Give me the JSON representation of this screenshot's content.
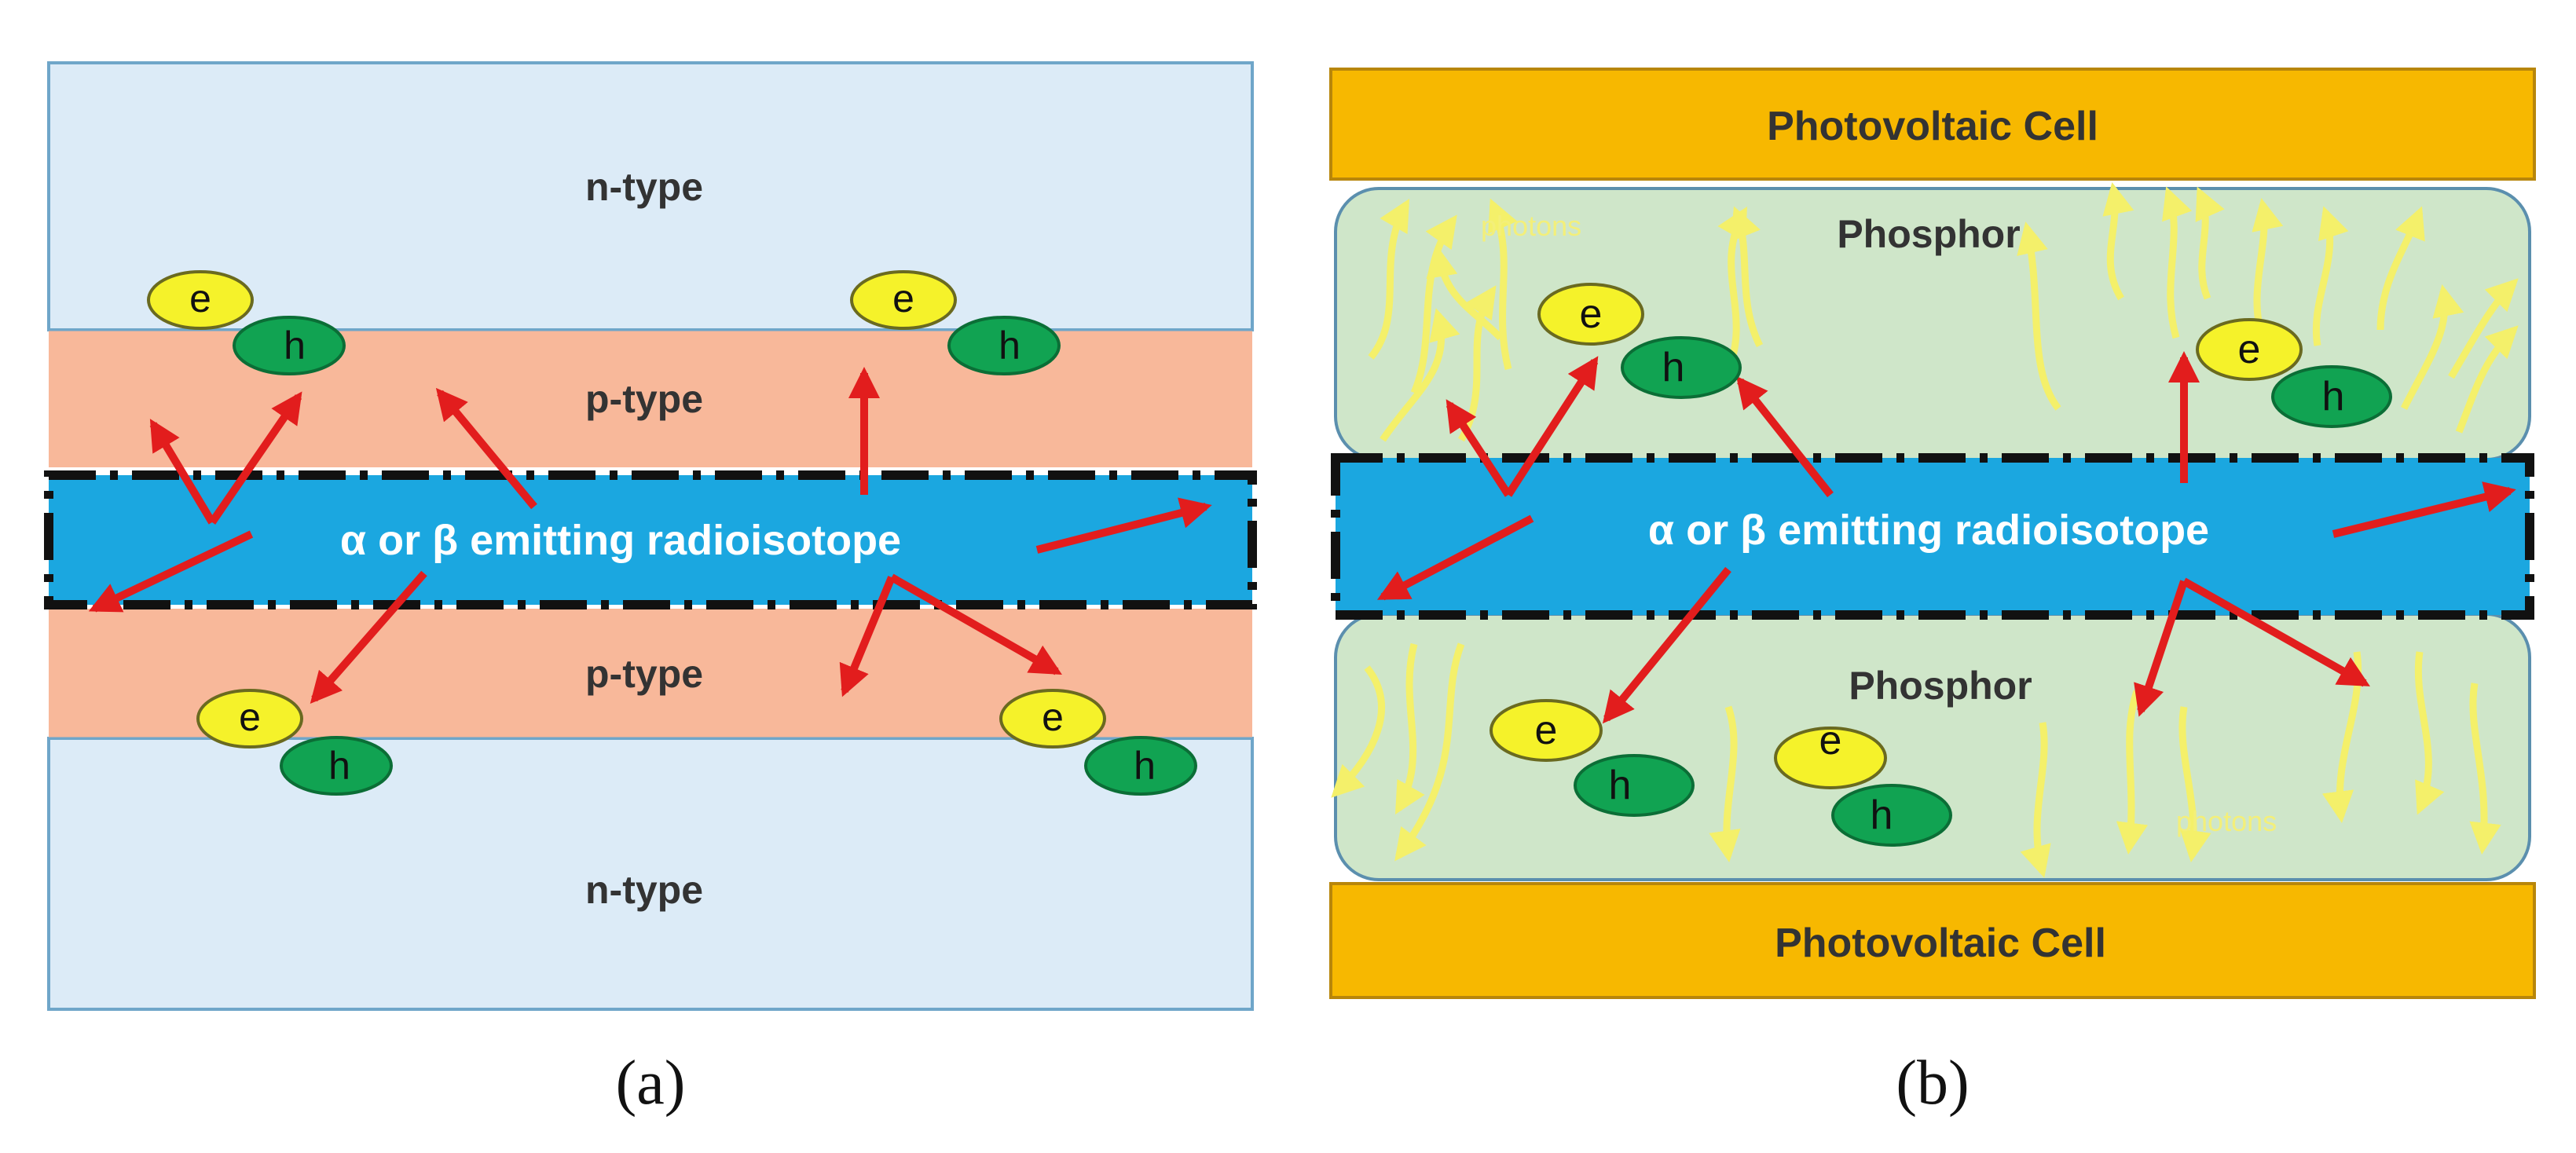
{
  "colors": {
    "n_type": "#dcebf7",
    "p_type": "#f8b89a",
    "radioisotope": "#1ba7e0",
    "phosphor": "#cfe6c9",
    "photovoltaic": "#f7b800",
    "electron": "#f5f22a",
    "hole": "#11a352",
    "arrow": "#e21d1d",
    "photon": "#f4f06a"
  },
  "panel_a": {
    "top_layer": "n-type",
    "upper_junction": "p-type",
    "source": "α or β emitting radioisotope",
    "lower_junction": "p-type",
    "bottom_layer": "n-type",
    "caption": "(a)"
  },
  "panel_b": {
    "top_cell": "Photovoltaic Cell",
    "upper_phosphor": "Phosphor",
    "upper_photons": "photons",
    "source": "α or β emitting radioisotope",
    "lower_phosphor": "Phosphor",
    "lower_photons": "photons",
    "bottom_cell": "Photovoltaic Cell",
    "caption": "(b)"
  },
  "carriers": {
    "electron": "e",
    "hole": "h"
  }
}
